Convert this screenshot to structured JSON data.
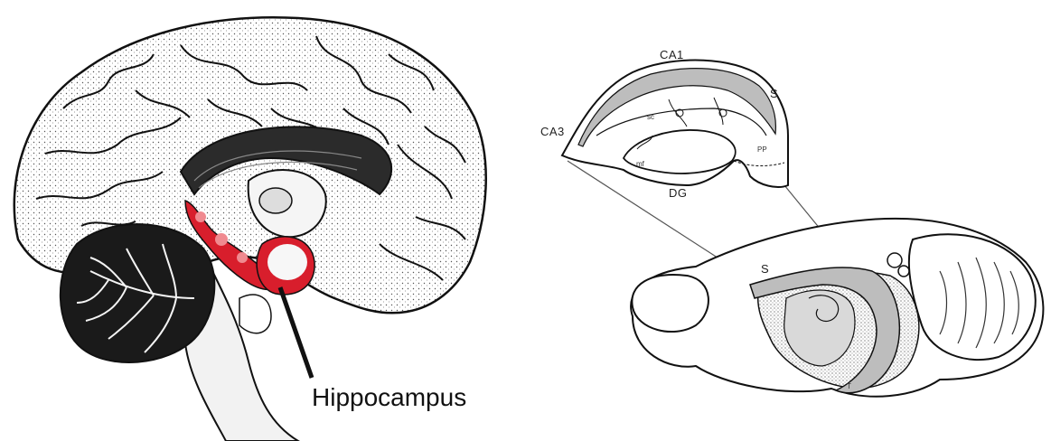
{
  "left_panel": {
    "pointer_label": "Hippocampus",
    "highlight_color": "#d81e2c"
  },
  "right_panel": {
    "labels": {
      "ca1": "CA1",
      "ca3": "CA3",
      "s_top": "S",
      "dg": "DG",
      "pp": "PP",
      "sc": "sc",
      "mf": "mf",
      "s_brain": "S",
      "t": "T"
    },
    "highlight_color": "#bdbdbd"
  }
}
